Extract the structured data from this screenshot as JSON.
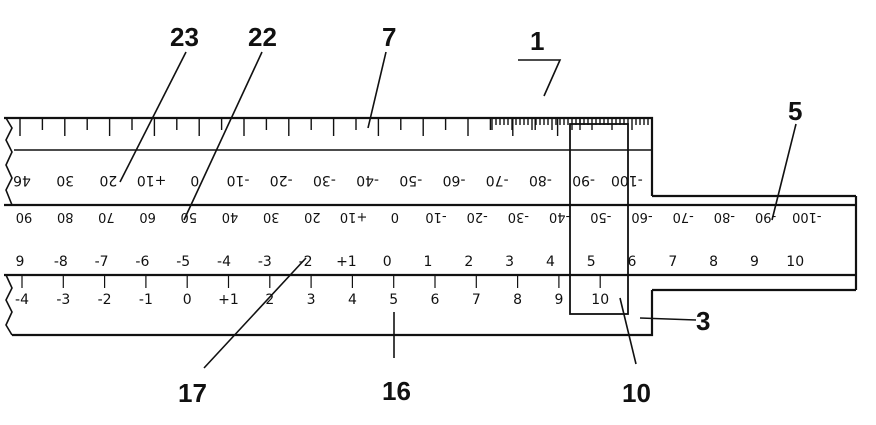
{
  "reference_numerals": {
    "n1": "1",
    "n3": "3",
    "n5": "5",
    "n7": "7",
    "n10": "10",
    "n16": "16",
    "n17": "17",
    "n22": "22",
    "n23": "23"
  },
  "scales": {
    "top_inverted": [
      "46",
      "30",
      "20",
      "+10",
      "0",
      "-10",
      "-20",
      "-30",
      "-40",
      "-50",
      "-60",
      "-70",
      "-80",
      "-90",
      "-100"
    ],
    "slide_upper_inverted": [
      "90",
      "80",
      "70",
      "60",
      "50",
      "40",
      "30",
      "20",
      "+10",
      "0",
      "-10",
      "-20",
      "-30",
      "-40",
      "-50",
      "-60",
      "-70",
      "-80",
      "-90",
      "-100"
    ],
    "slide_lower": [
      "9",
      "-8",
      "-7",
      "-6",
      "-5",
      "-4",
      "-3",
      "-2",
      "+1",
      "0",
      "1",
      "2",
      "3",
      "4",
      "5",
      "6",
      "7",
      "8",
      "9",
      "10"
    ],
    "bottom": [
      "-4",
      "-3",
      "-2",
      "-1",
      "0",
      "+1",
      "2",
      "3",
      "4",
      "5",
      "6",
      "7",
      "8",
      "9",
      "10"
    ]
  }
}
